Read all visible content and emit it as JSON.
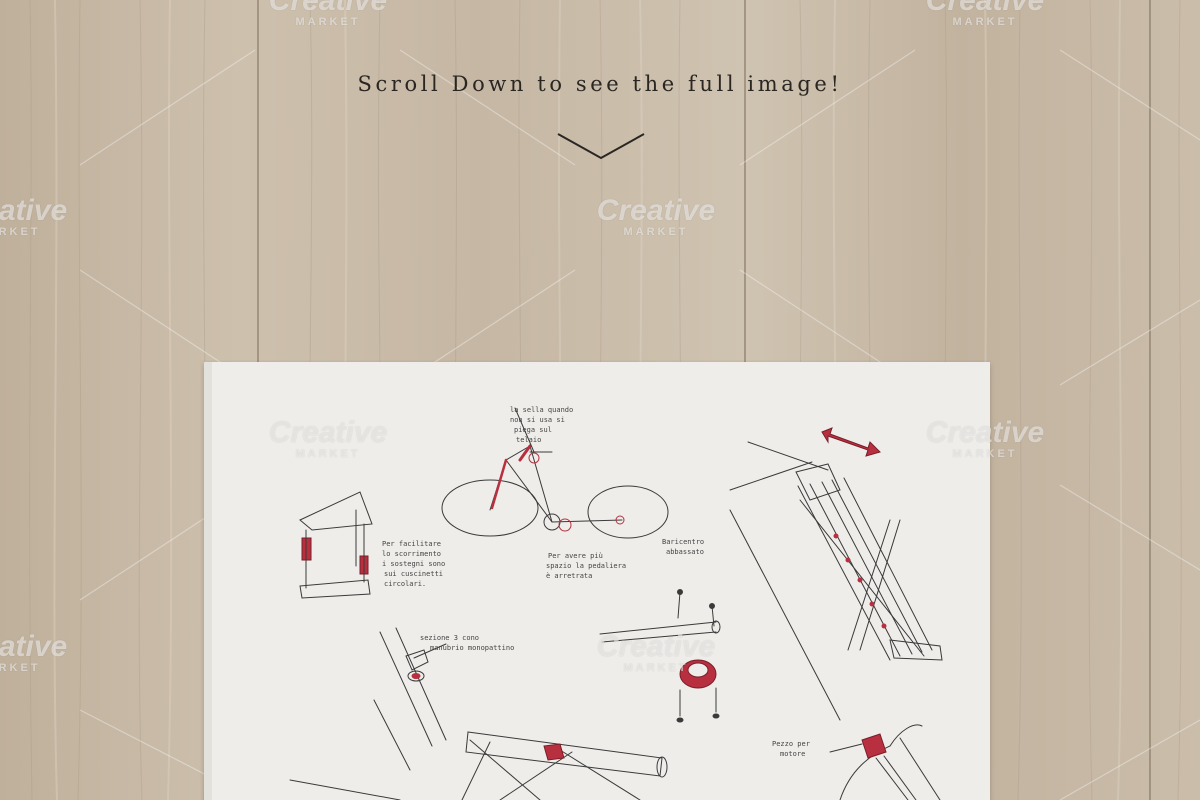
{
  "headline": "Scroll Down to see the full image!",
  "watermark": {
    "brand": "Creative",
    "sub": "MARKET"
  },
  "sketch_notes": {
    "saddle": [
      "la sella quando",
      "non si usa si",
      "piega sul",
      "telaio"
    ],
    "supports": [
      "Per facilitare",
      "lo scorrimento",
      "i sostegni sono",
      "sui cuscinetti",
      "circolari."
    ],
    "pedal": [
      "Per avere più",
      "spazio la pedaliera",
      "è arretrata"
    ],
    "barycenter": [
      "Baricentro",
      "abbassato"
    ],
    "handlebar": [
      "sezione 3 cono",
      "manubrio monopattino"
    ],
    "rear": [
      "Pezzo per",
      "motore"
    ]
  },
  "colors": {
    "wood_base": "#c4b6a2",
    "paper": "#eeedea",
    "accent_red": "#b8303f",
    "ink": "#3a3a3a",
    "text": "#2a2622"
  }
}
